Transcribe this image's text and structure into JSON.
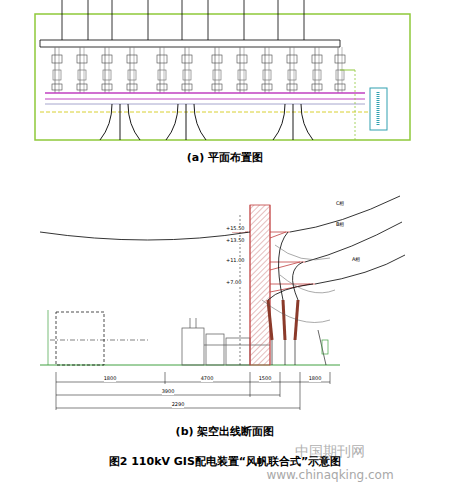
{
  "diagram": {
    "caption": "图2 110kV GIS配电装置“风帆联合式”示意图",
    "labels": [
      "(a) 平面布置图",
      "(b) 架空出线断面图",
      "C相",
      "B相",
      "A相",
      "+15.50",
      "+13.50",
      "+11.00",
      "+7.00",
      "1800",
      "4700",
      "1500",
      "1800",
      "3900",
      "2290",
      "中国期刊网",
      "www.chinaqking.com"
    ]
  }
}
